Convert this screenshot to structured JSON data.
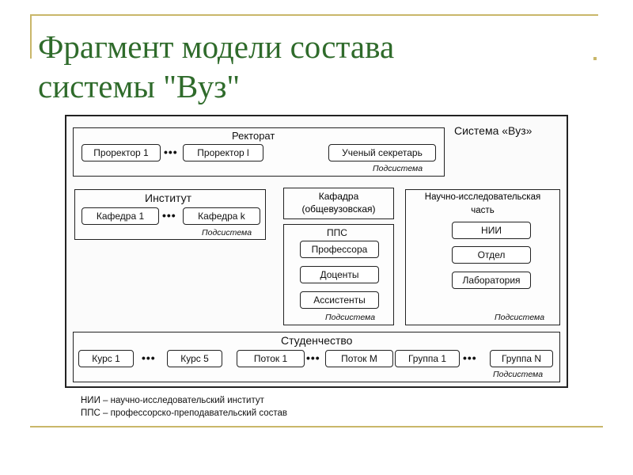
{
  "title": {
    "line1": "Фрагмент модели состава",
    "line2": "системы \"Вуз\""
  },
  "colors": {
    "title": "#2f6b2b",
    "accent": "#c9b76a"
  },
  "diagram": {
    "system_label": "Система «Вуз»",
    "subsystem_label": "Подсистема",
    "ellipsis": "•••",
    "rectorate": {
      "title": "Ректорат",
      "items": [
        "Проректор 1",
        "Проректор l",
        "Ученый секретарь"
      ]
    },
    "institute": {
      "title": "Институт",
      "items": [
        "Кафедра 1",
        "Кафедра k"
      ]
    },
    "department": {
      "line1": "Кафадра",
      "line2": "(общевузовская)"
    },
    "pps": {
      "title": "ППС",
      "items": [
        "Профессора",
        "Доценты",
        "Ассистенты"
      ]
    },
    "research": {
      "title_line1": "Научно-исследовательская",
      "title_line2": "часть",
      "items": [
        "НИИ",
        "Отдел",
        "Лаборатория"
      ]
    },
    "students": {
      "title": "Студенчество",
      "items": [
        "Курс 1",
        "Курс 5",
        "Поток 1",
        "Поток M",
        "Группа 1",
        "Группа N"
      ]
    }
  },
  "legend": [
    "НИИ – научно-исследовательский институт",
    "ППС – профессорско-преподавательский состав"
  ]
}
